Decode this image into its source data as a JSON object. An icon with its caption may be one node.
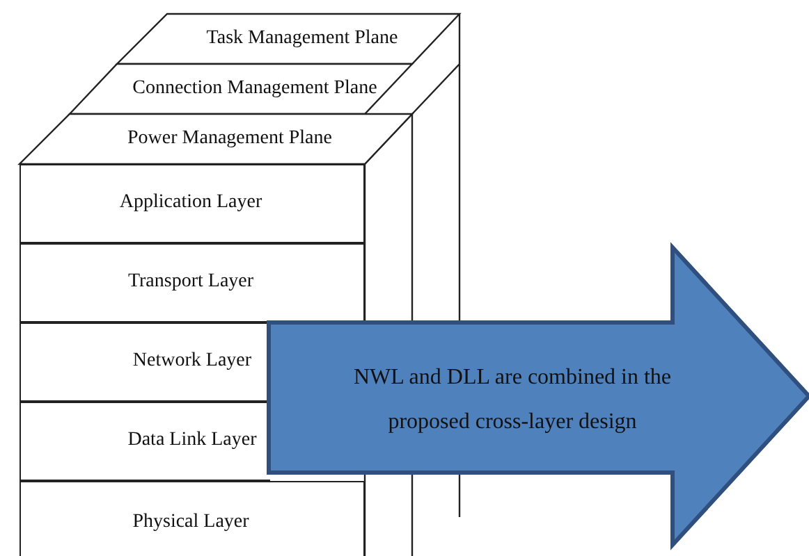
{
  "diagram": {
    "nodes": [
      {
        "text": [
          "Task Management Plane"
        ]
      },
      {
        "text": [
          "Connection Management Plane"
        ]
      },
      {
        "text": [
          "Power Management Plane"
        ]
      },
      {
        "text": [
          "Application Layer"
        ]
      },
      {
        "text": [
          "Transport Layer"
        ]
      },
      {
        "text": [
          "Network Layer"
        ]
      },
      {
        "text": [
          "Data Link Layer"
        ]
      },
      {
        "text": [
          "Physical Layer"
        ]
      },
      {
        "text": [
          "NWL and DLL are combined in the proposed cross-layer design"
        ]
      }
    ]
  }
}
